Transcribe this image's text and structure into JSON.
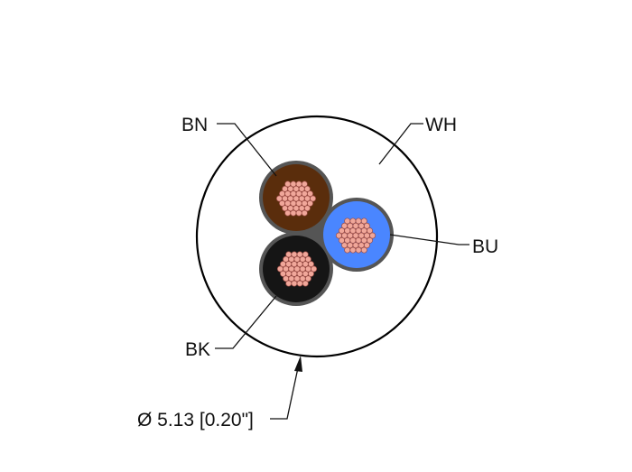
{
  "labels": {
    "bn": "BN",
    "wh": "WH",
    "bu": "BU",
    "bk": "BK",
    "diameter": "Ø 5.13 [0.20\"]"
  },
  "colors": {
    "jacket": "#ffffff",
    "outline": "#000000",
    "conductor_bn": "#5a2d0c",
    "conductor_bu": "#4a86ff",
    "conductor_bk": "#151515",
    "filler": "#555555",
    "strand": "#f0a79a",
    "strand_stroke": "#9a4b44"
  }
}
